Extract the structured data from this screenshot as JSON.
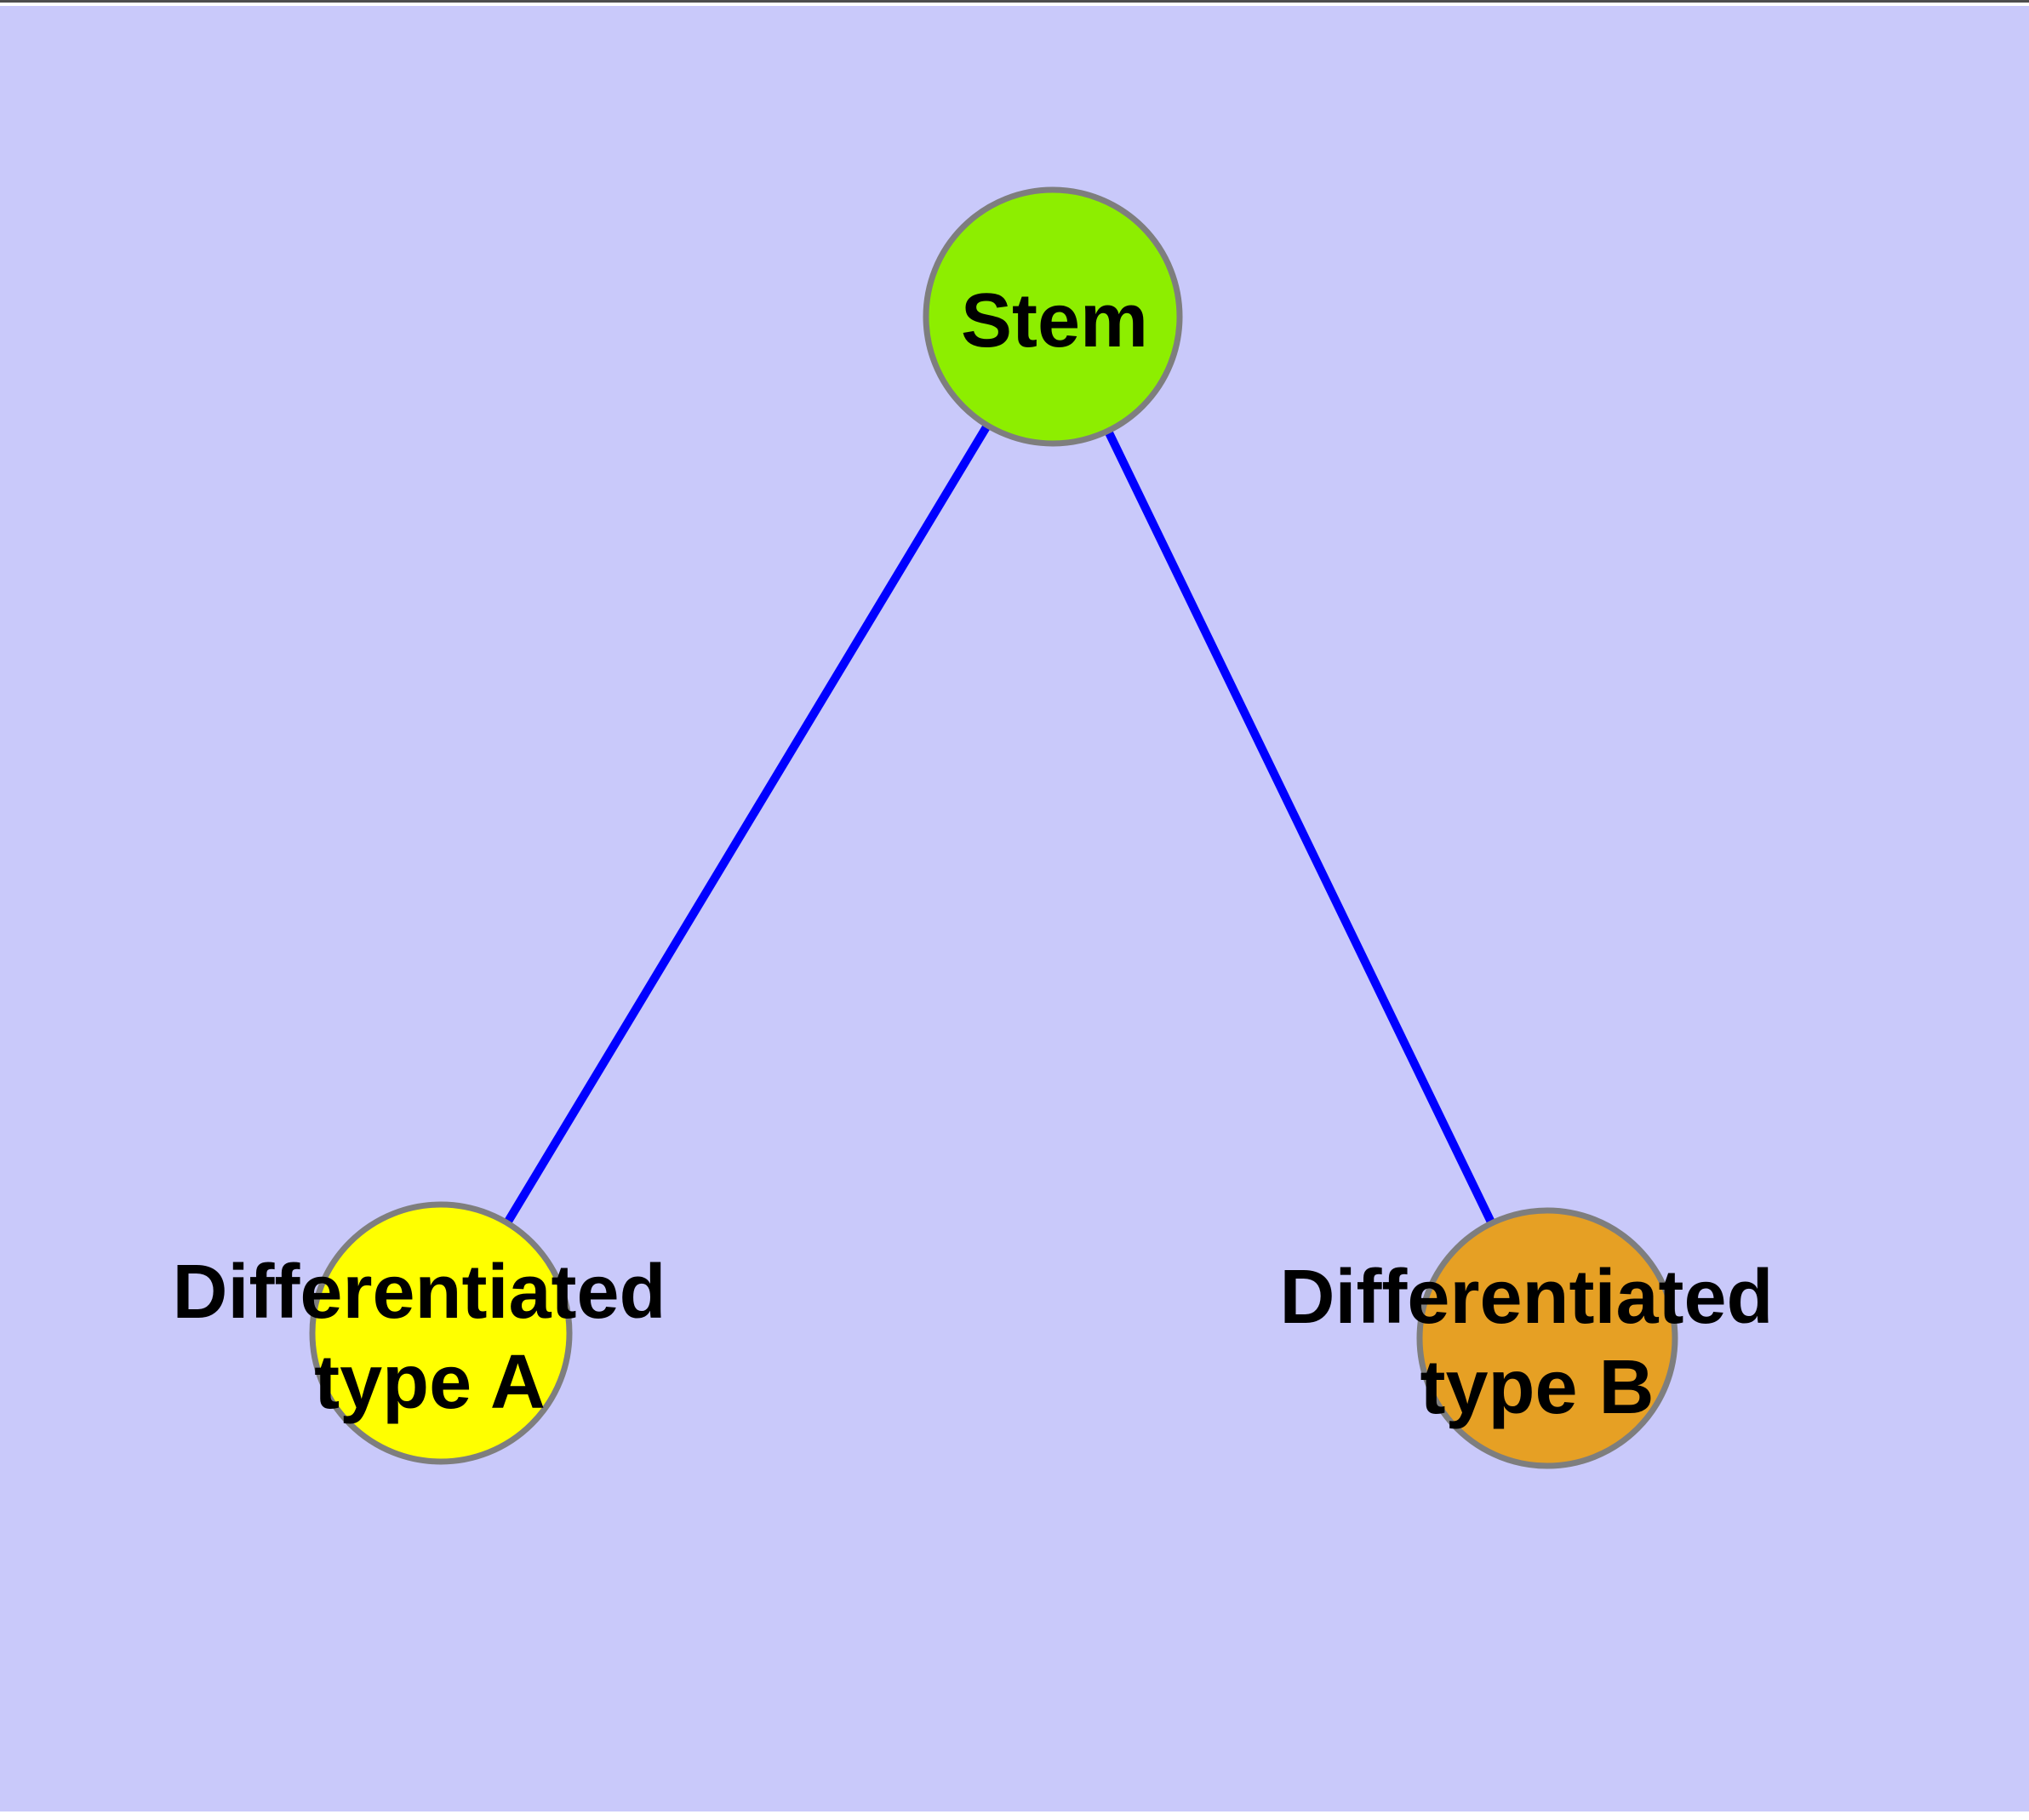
{
  "diagram": {
    "type": "graph",
    "background_color": "#C9C9FA",
    "page_margin_color": "#FFFFFF",
    "top_rule_color": "#4D4D4D",
    "edge_color": "#0000FF",
    "node_border_color": "#7E7E7E",
    "label_color": "#000000",
    "nodes": [
      {
        "id": "stem",
        "label": "Stem",
        "lines": [
          "Stem"
        ],
        "fill": "#8DEE00"
      },
      {
        "id": "diff-a",
        "label": "Differentiated type A",
        "lines": [
          "Differentiated",
          "type A"
        ],
        "fill": "#FFFF00"
      },
      {
        "id": "diff-b",
        "label": "Differentiated type B",
        "lines": [
          "Differentiated",
          "type B"
        ],
        "fill": "#E6A024"
      }
    ],
    "edges": [
      {
        "from": "Stem",
        "to": "Differentiated type A"
      },
      {
        "from": "Stem",
        "to": "Differentiated type B"
      }
    ]
  }
}
